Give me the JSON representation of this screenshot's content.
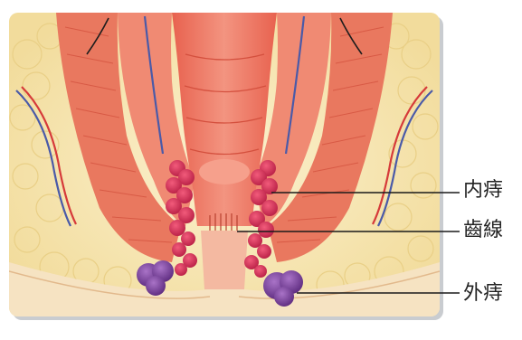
{
  "labels": {
    "internal_hemorrhoid": "内痔",
    "dentate_line": "齒線",
    "external_hemorrhoid": "外痔"
  },
  "colors": {
    "muscle": "#e9785f",
    "muscle_dark": "#d85a45",
    "fat": "#f7e7b8",
    "fat_cell_edge": "#e9cf86",
    "mucosa": "#ef7c68",
    "hemorrhoid_internal": "#d93a5c",
    "hemorrhoid_external": "#7a3e9a",
    "vein": "#4a5aa8",
    "artery": "#d63a3a",
    "frame_shadow": "#c9ccd0",
    "leader_line": "#1a1a1a"
  },
  "icons": {
    "illustration": "anal-canal-cross-section-illustration"
  }
}
